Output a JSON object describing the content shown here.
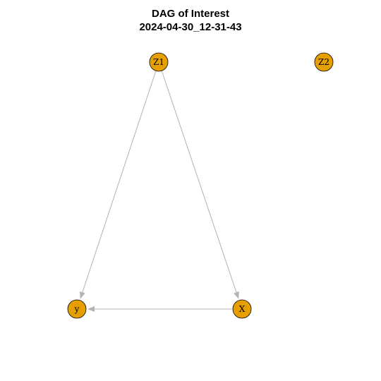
{
  "title": "DAG of Interest",
  "subtitle": "2024-04-30_12-31-43",
  "colors": {
    "node_fill": "#E69F00",
    "node_stroke": "#000000",
    "edge": "#B3B3B3"
  },
  "nodes": [
    {
      "id": "Z1",
      "label": "Z1"
    },
    {
      "id": "Z2",
      "label": "Z2"
    },
    {
      "id": "y",
      "label": "y"
    },
    {
      "id": "X",
      "label": "X"
    }
  ],
  "edges": [
    {
      "from": "Z1",
      "to": "y"
    },
    {
      "from": "Z1",
      "to": "X"
    },
    {
      "from": "X",
      "to": "y"
    }
  ]
}
